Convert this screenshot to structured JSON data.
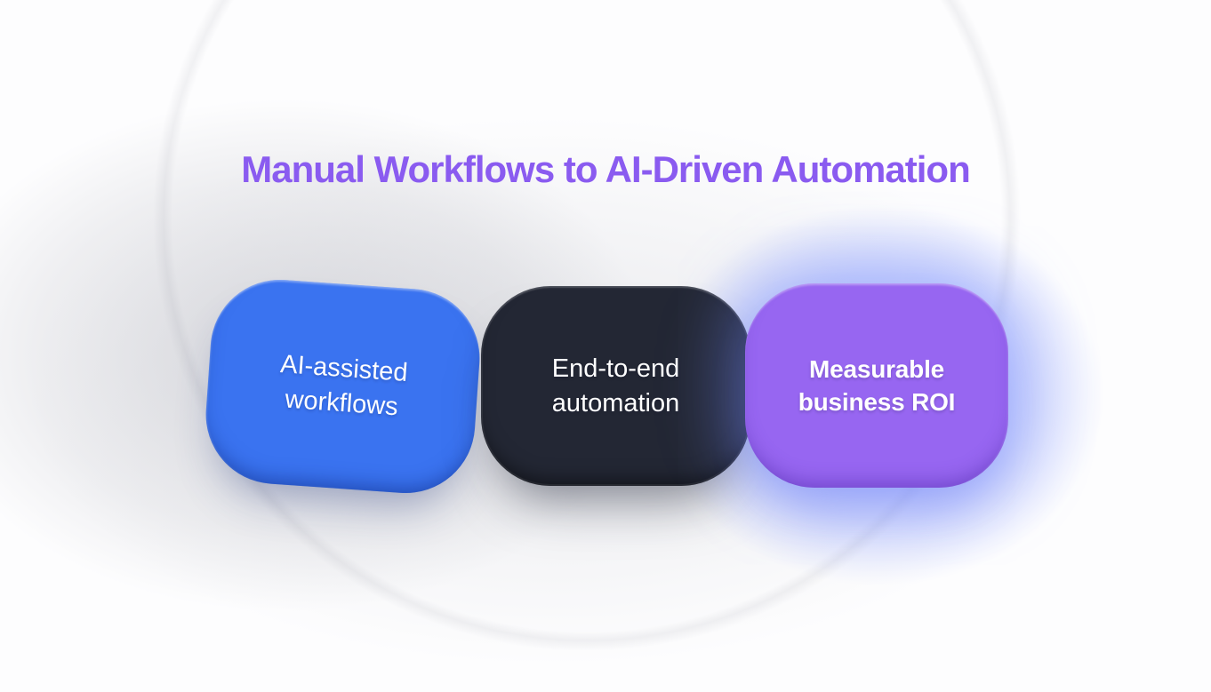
{
  "slide": {
    "title": "Manual Workflows to AI-Driven Automation",
    "title_color": "#8A5BF0",
    "background_color": "#FDFDFE"
  },
  "cards": [
    {
      "id": "ai-assisted-workflows",
      "line1": "AI-assisted",
      "line2": "workflows",
      "bg_color": "#3A73F0",
      "text_color": "#FFFFFF"
    },
    {
      "id": "end-to-end-automation",
      "line1": "End-to-end",
      "line2": "automation",
      "bg_color": "#232734",
      "text_color": "#FFFFFF"
    },
    {
      "id": "measurable-business-roi",
      "line1": "Measurable",
      "line2": "business ROI",
      "bg_color": "#9766F1",
      "text_color": "#FFFFFF",
      "glow_color": "#7A8FFF"
    }
  ]
}
